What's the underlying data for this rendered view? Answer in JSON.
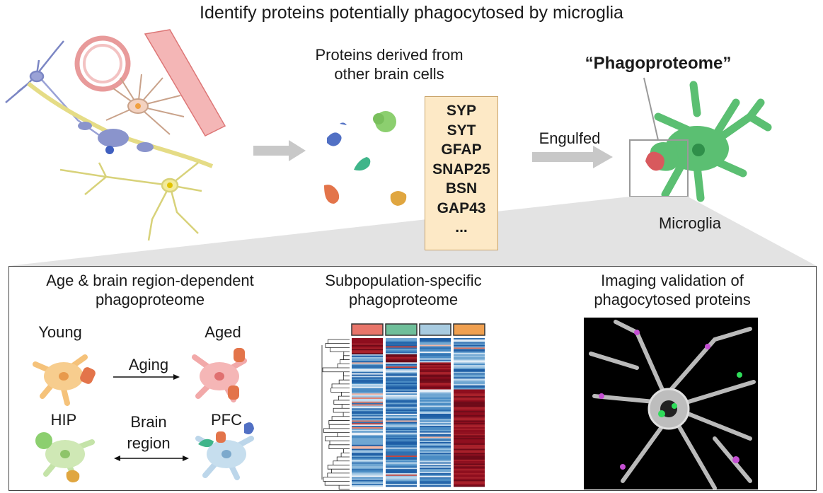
{
  "title": "Identify proteins potentially phagocytosed by microglia",
  "top": {
    "proteins_label_line1": "Proteins derived from",
    "proteins_label_line2": "other brain cells",
    "protein_list": [
      "SYP",
      "SYT",
      "GFAP",
      "SNAP25",
      "BSN",
      "GAP43",
      "..."
    ],
    "engulfed_label": "Engulfed",
    "phagoproteome_label": "“Phagoproteome”",
    "microglia_label": "Microglia"
  },
  "panels": {
    "left": {
      "title_line1": "Age & brain region-dependent",
      "title_line2": "phagoproteome",
      "young": "Young",
      "aged": "Aged",
      "aging": "Aging",
      "hip": "HIP",
      "pfc": "PFC",
      "brain_line1": "Brain",
      "brain_line2": "region"
    },
    "middle": {
      "title_line1": "Subpopulation-specific",
      "title_line2": "phagoproteome"
    },
    "right": {
      "title_line1": "Imaging validation of",
      "title_line2": "phagocytosed proteins"
    }
  },
  "colors": {
    "microglia_green": "#5bbf72",
    "protein_box_fill": "#fde9c6",
    "heatmap_red": "#8e0e1e",
    "heatmap_blue": "#2f6fb0",
    "subpop_colors": [
      "#e8756a",
      "#6fbf9a",
      "#a8cbe0",
      "#f0a050"
    ]
  }
}
